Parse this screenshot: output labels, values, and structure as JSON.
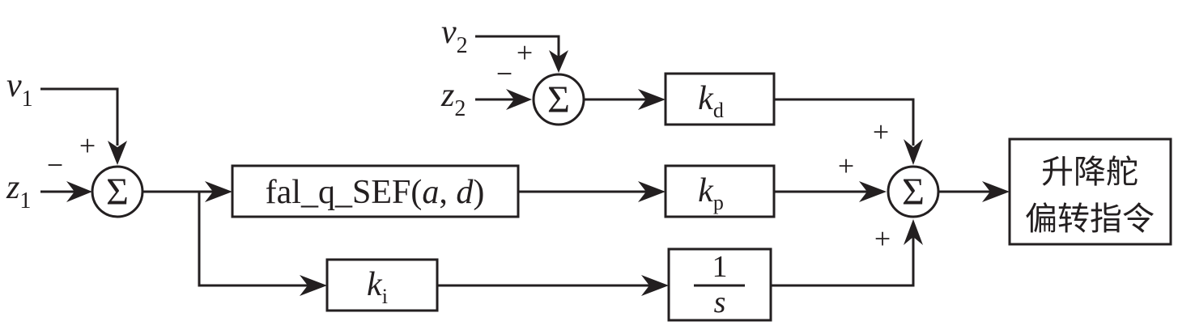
{
  "diagram": {
    "type": "control-block-diagram",
    "line_color": "#231f20",
    "inputs": {
      "v1": {
        "symbol": "v",
        "sub": "1"
      },
      "z1": {
        "symbol": "z",
        "sub": "1"
      },
      "v2": {
        "symbol": "v",
        "sub": "2"
      },
      "z2": {
        "symbol": "z",
        "sub": "2"
      }
    },
    "summers": {
      "sum1": {
        "symbol": "Σ",
        "signs": {
          "top": "+",
          "left": "−"
        }
      },
      "sum2": {
        "symbol": "Σ",
        "signs": {
          "top": "+",
          "left": "−"
        }
      },
      "sum3": {
        "symbol": "Σ",
        "signs": {
          "top": "+",
          "left": "+",
          "bottom": "+"
        }
      }
    },
    "blocks": {
      "fal": {
        "prefix": "fal_q_SEF(",
        "a": "a",
        "comma": ", ",
        "d": "d",
        "suffix": ")"
      },
      "kd": {
        "symbol": "k",
        "sub": "d"
      },
      "kp": {
        "symbol": "k",
        "sub": "p"
      },
      "ki": {
        "symbol": "k",
        "sub": "i"
      },
      "integrator": {
        "num": "1",
        "den": "s"
      },
      "output": {
        "line1": "升降舵",
        "line2": "偏转指令"
      }
    }
  }
}
